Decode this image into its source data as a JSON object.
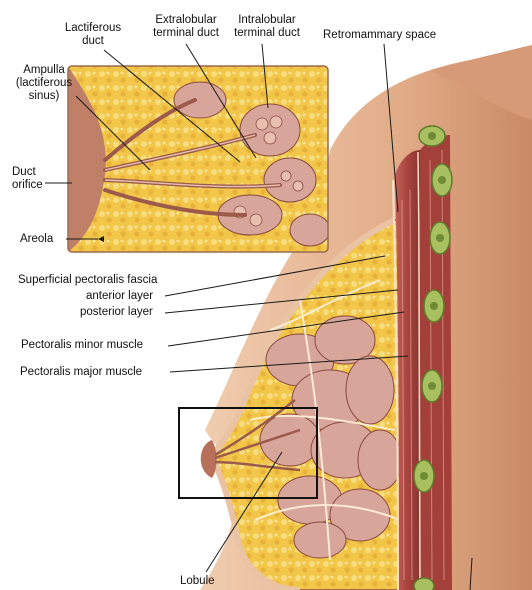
{
  "labels": {
    "lactiferous_duct": "Lactiferous\nduct",
    "extralobular_terminal_duct": "Extralobular\nterminal duct",
    "intralobular_terminal_duct": "Intralobular\nterminal duct",
    "retromammary_space": "Retromammary space",
    "ampulla": "Ampulla\n(lactiferous\nsinus)",
    "duct_orifice": "Duct\norifice",
    "areola": "Areola",
    "superficial_pectoralis_fascia": "Superficial pectoralis fascia",
    "anterior_layer": "anterior layer",
    "posterior_layer": "posterior layer",
    "pectoralis_minor": "Pectoralis minor muscle",
    "pectoralis_major": "Pectoralis major muscle",
    "lobule": "Lobule"
  },
  "colors": {
    "skin": "#e8b48c",
    "skin_dark": "#b9705a",
    "fat": "#f2c648",
    "fat_light": "#f7dc80",
    "lobule": "#d7a59a",
    "lobule_edge": "#8a4a40",
    "muscle": "#b8524a",
    "muscle_dark": "#7d2e2a",
    "rib": "#a8c060",
    "rib_center": "#5f7a2a"
  }
}
